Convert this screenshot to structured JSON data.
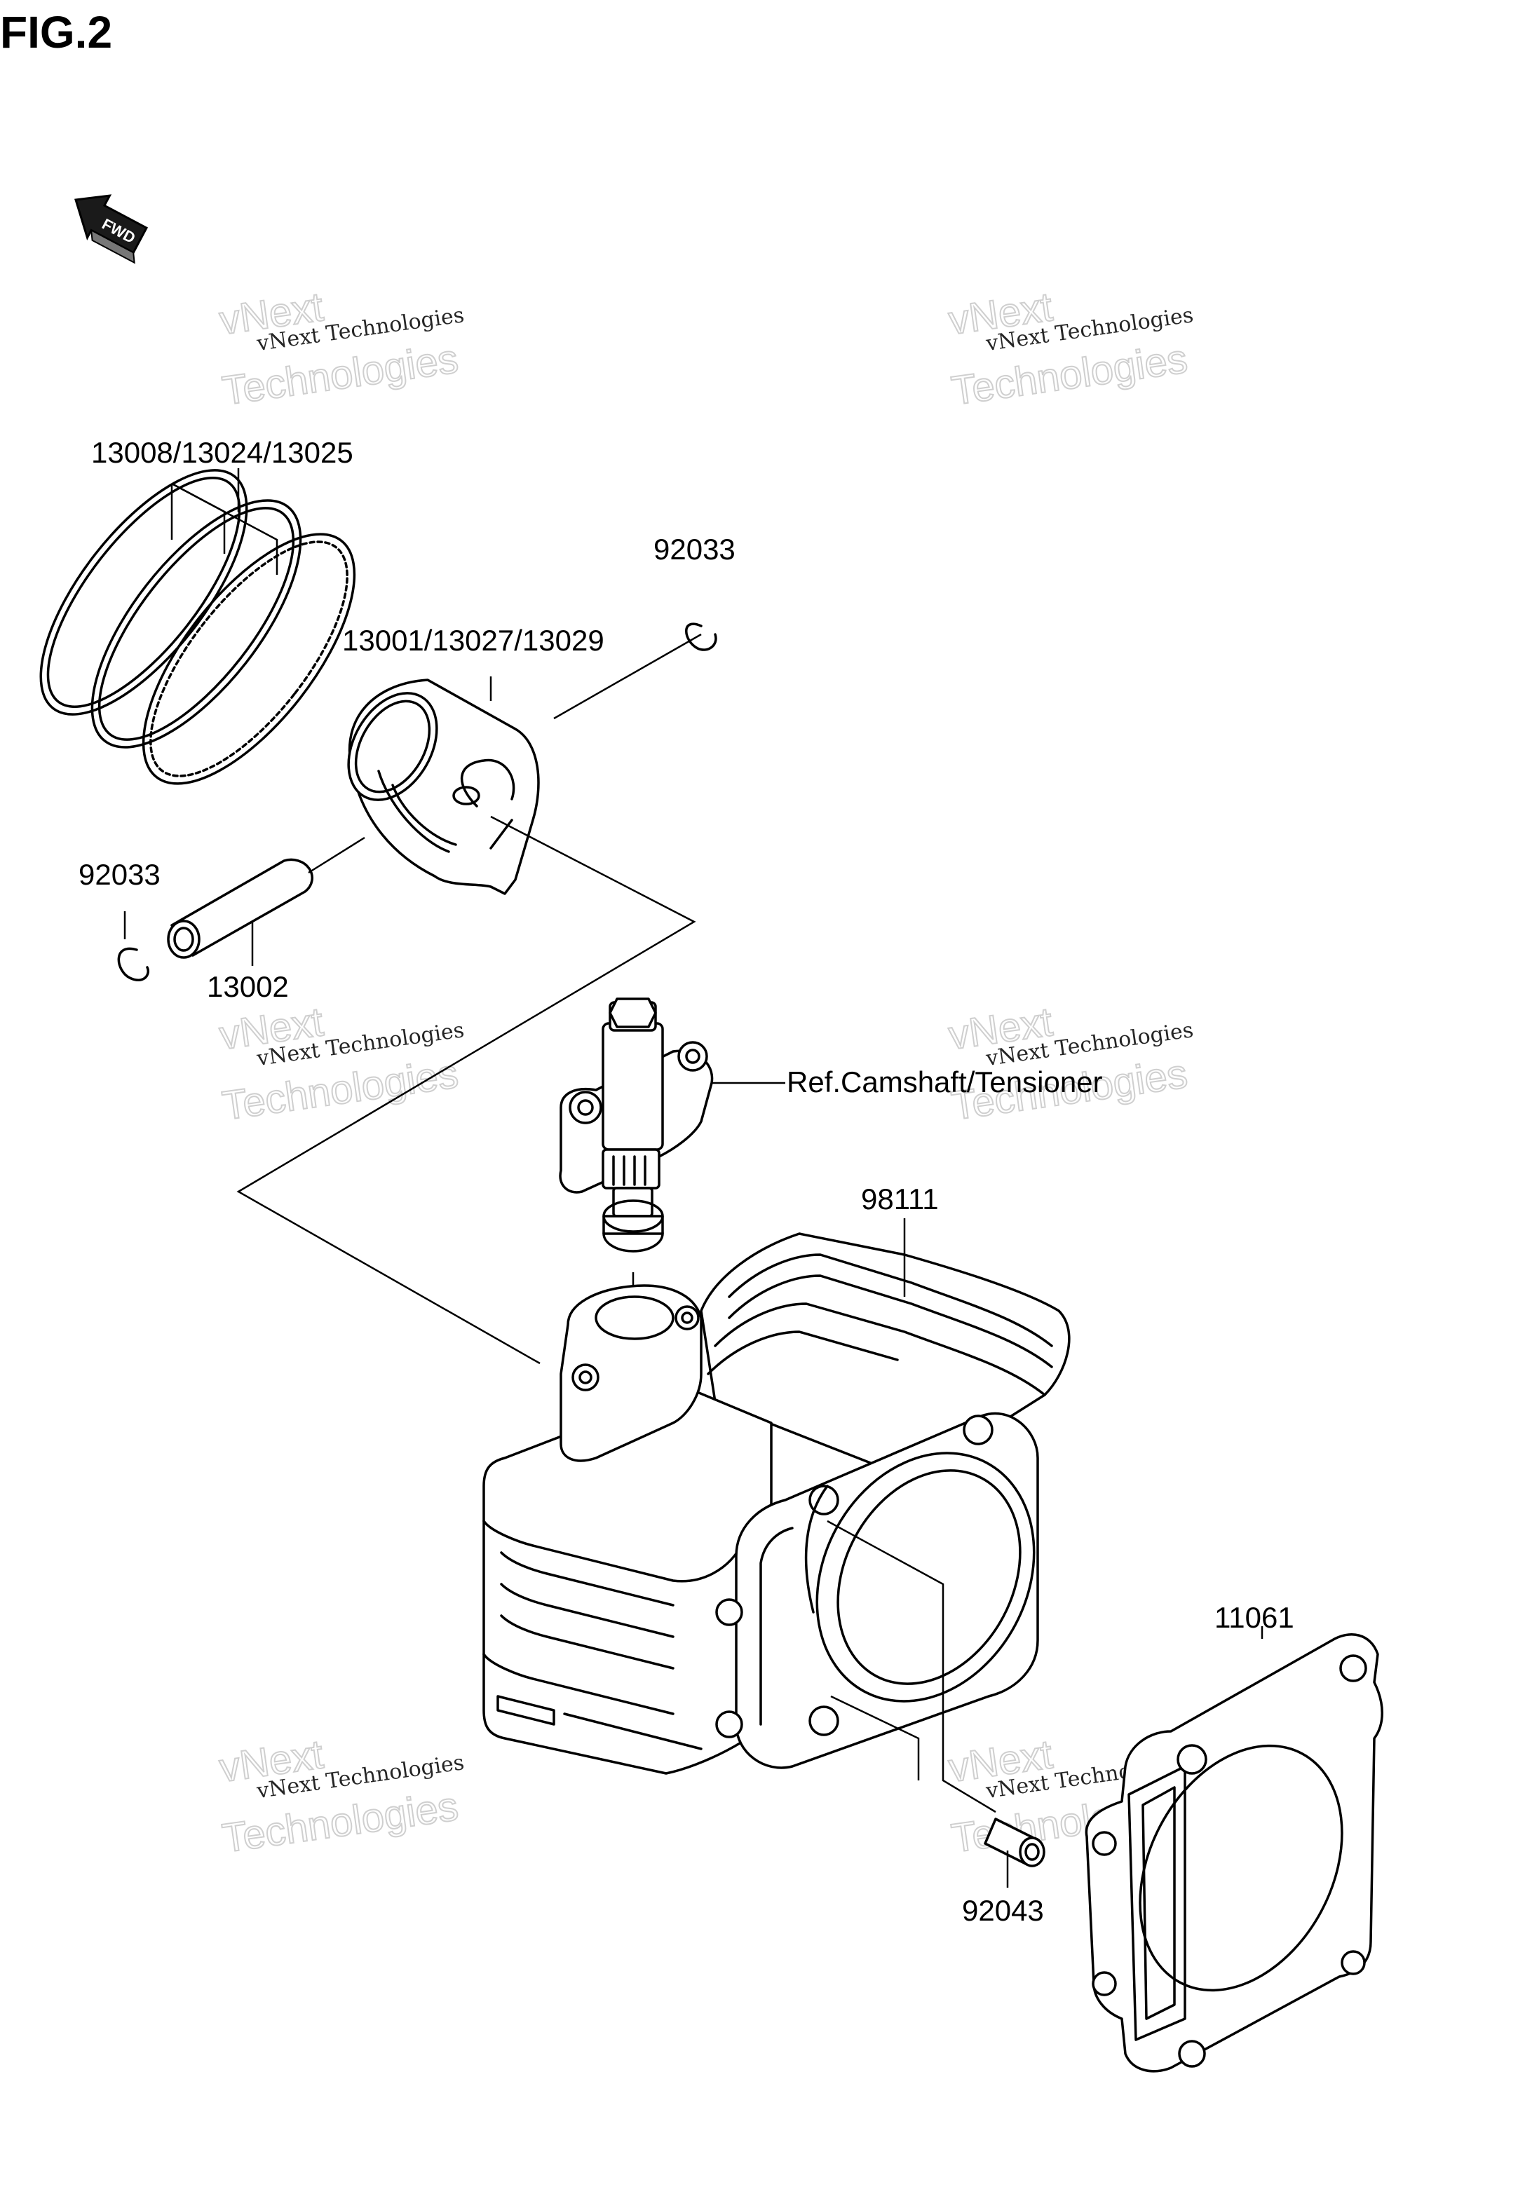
{
  "figure_title": "FIG.2",
  "fwd_arrow": {
    "text": "FWD",
    "icon": "forward-arrow-icon"
  },
  "watermark": {
    "line1": "vNext Technologies",
    "line2": "vNext Technologies"
  },
  "labels": {
    "rings": "13008/13024/13025",
    "piston": "13001/13027/13029",
    "clip_right": "92033",
    "clip_left": "92033",
    "pin": "13002",
    "tensioner": "Ref.Camshaft/Tensioner",
    "cylinder": "98111",
    "gasket": "11061",
    "dowel": "92043"
  }
}
